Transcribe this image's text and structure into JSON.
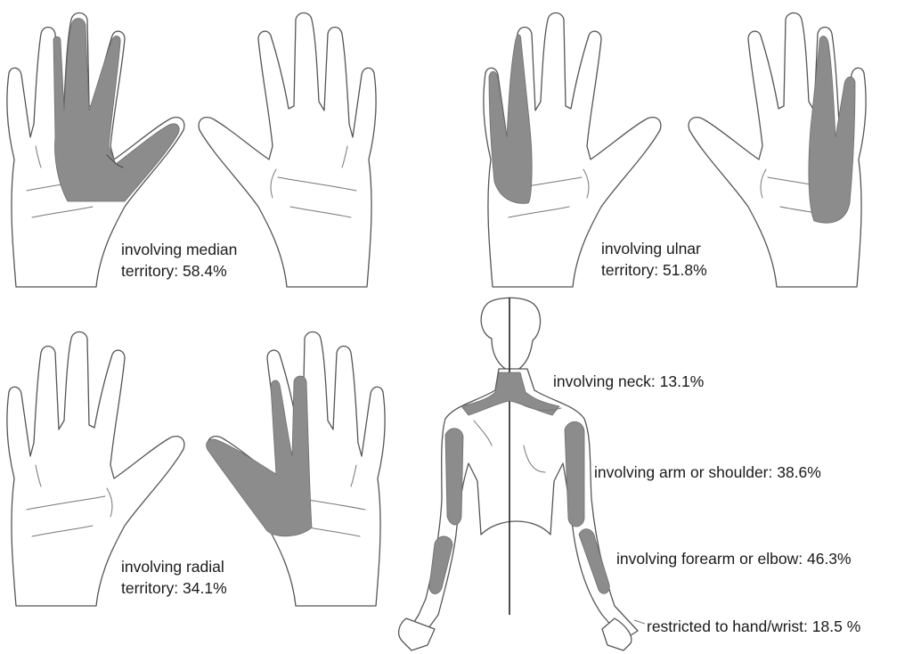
{
  "colors": {
    "outline": "#555555",
    "shading": "#8c8c8c",
    "background": "#ffffff",
    "text": "#1a1a1a"
  },
  "panels": {
    "median": {
      "line1": "involving median",
      "line2": "territory: 58.4%"
    },
    "ulnar": {
      "line1": "involving ulnar",
      "line2": "territory: 51.8%"
    },
    "radial": {
      "line1": "involving radial",
      "line2": "territory: 34.1%"
    }
  },
  "body": {
    "neck": "involving neck: 13.1%",
    "arm_shoulder": "involving arm or shoulder: 38.6%",
    "forearm_elbow": "involving forearm or elbow: 46.3%",
    "hand_wrist": "restricted to hand/wrist: 18.5 %"
  }
}
